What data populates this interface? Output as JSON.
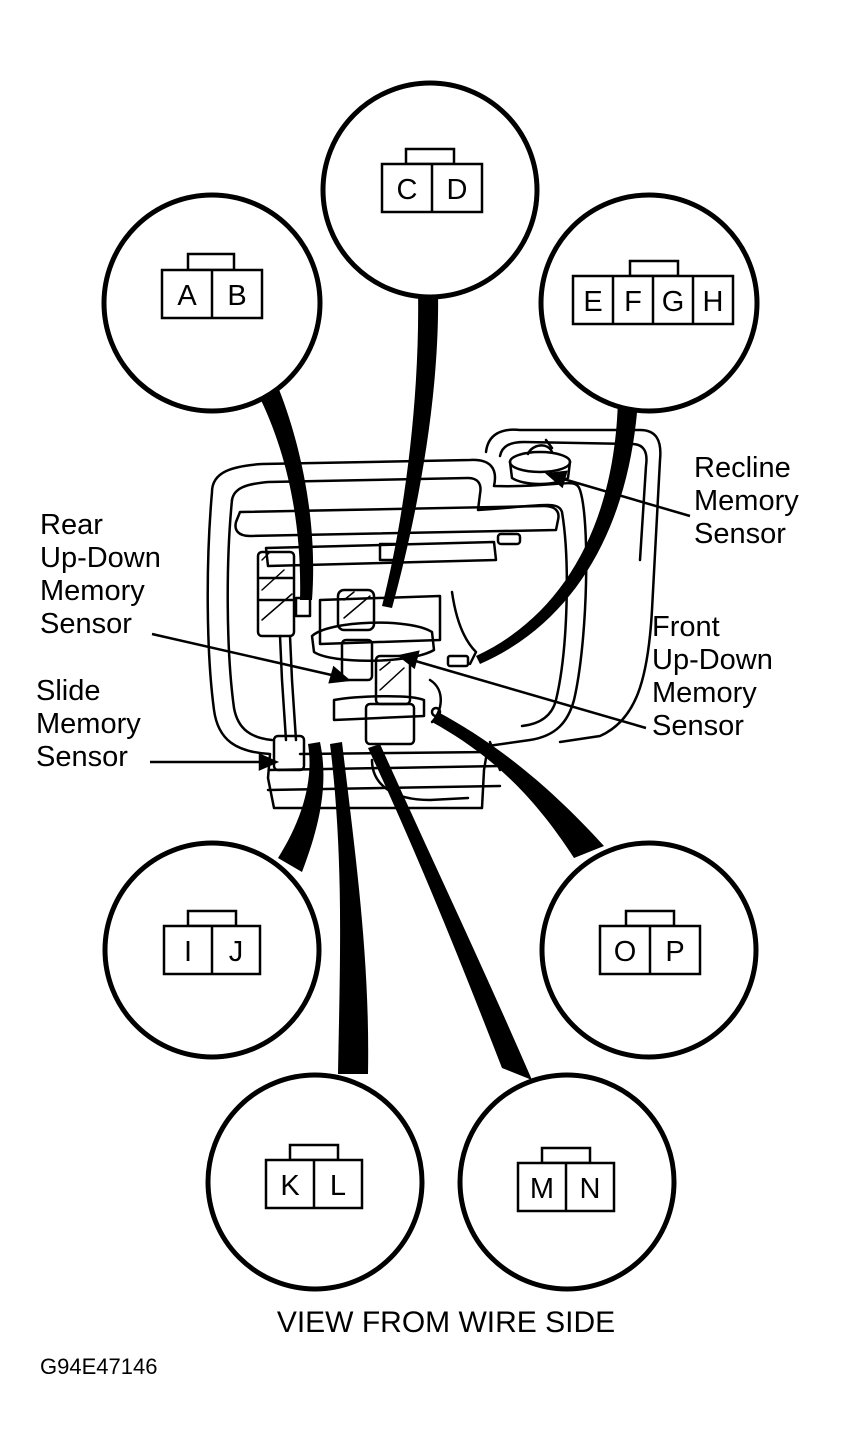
{
  "connectors": {
    "ab": [
      "A",
      "B"
    ],
    "cd": [
      "C",
      "D"
    ],
    "efgh": [
      "E",
      "F",
      "G",
      "H"
    ],
    "ij": [
      "I",
      "J"
    ],
    "kl": [
      "K",
      "L"
    ],
    "mn": [
      "M",
      "N"
    ],
    "op": [
      "O",
      "P"
    ]
  },
  "labels": {
    "recline": [
      "Recline",
      "Memory",
      "Sensor"
    ],
    "rear": [
      "Rear",
      "Up-Down",
      "Memory",
      "Sensor"
    ],
    "front": [
      "Front",
      "Up-Down",
      "Memory",
      "Sensor"
    ],
    "slide": [
      "Slide",
      "Memory",
      "Sensor"
    ]
  },
  "footer": {
    "view_caption": "VIEW FROM WIRE SIDE",
    "figure_code": "G94E47146"
  }
}
